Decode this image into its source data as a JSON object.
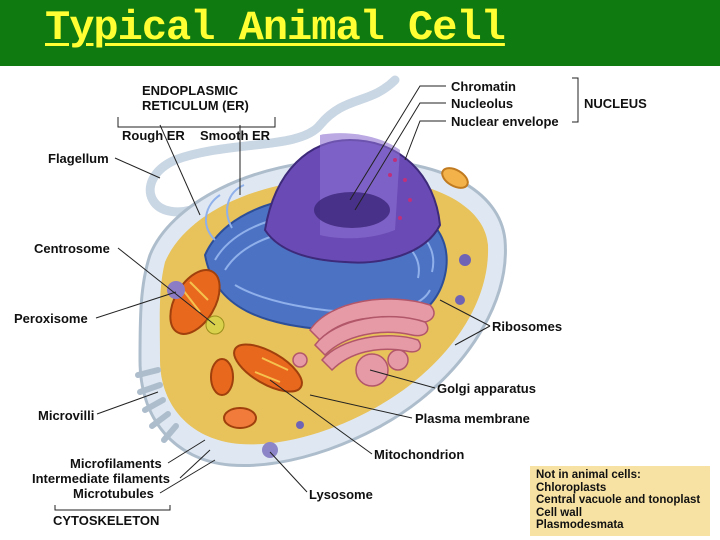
{
  "title": "Typical Animal Cell",
  "labels": {
    "er_group": "ENDOPLASMIC RETICULUM (ER)",
    "er_line1": "ENDOPLASMIC",
    "er_line2": "RETICULUM (ER)",
    "rough_er": "Rough ER",
    "smooth_er": "Smooth ER",
    "flagellum": "Flagellum",
    "centrosome": "Centrosome",
    "peroxisome": "Peroxisome",
    "microvilli": "Microvilli",
    "microfilaments": "Microfilaments",
    "intermediate_filaments": "Intermediate filaments",
    "microtubules": "Microtubules",
    "cytoskeleton": "CYTOSKELETON",
    "chromatin": "Chromatin",
    "nucleolus": "Nucleolus",
    "nuclear_envelope": "Nuclear envelope",
    "nucleus": "NUCLEUS",
    "ribosomes": "Ribosomes",
    "golgi": "Golgi apparatus",
    "plasma_membrane": "Plasma membrane",
    "mitochondrion": "Mitochondrion",
    "lysosome": "Lysosome"
  },
  "not_in_animal": {
    "heading": "Not in animal cells:",
    "items": [
      "Chloroplasts",
      "Central vacuole and tonoplast",
      "Cell wall",
      "Plasmodesmata"
    ]
  },
  "colors": {
    "header_bg": "#0f7a10",
    "title_text": "#ffff33",
    "note_box": "#f7e2a3"
  }
}
